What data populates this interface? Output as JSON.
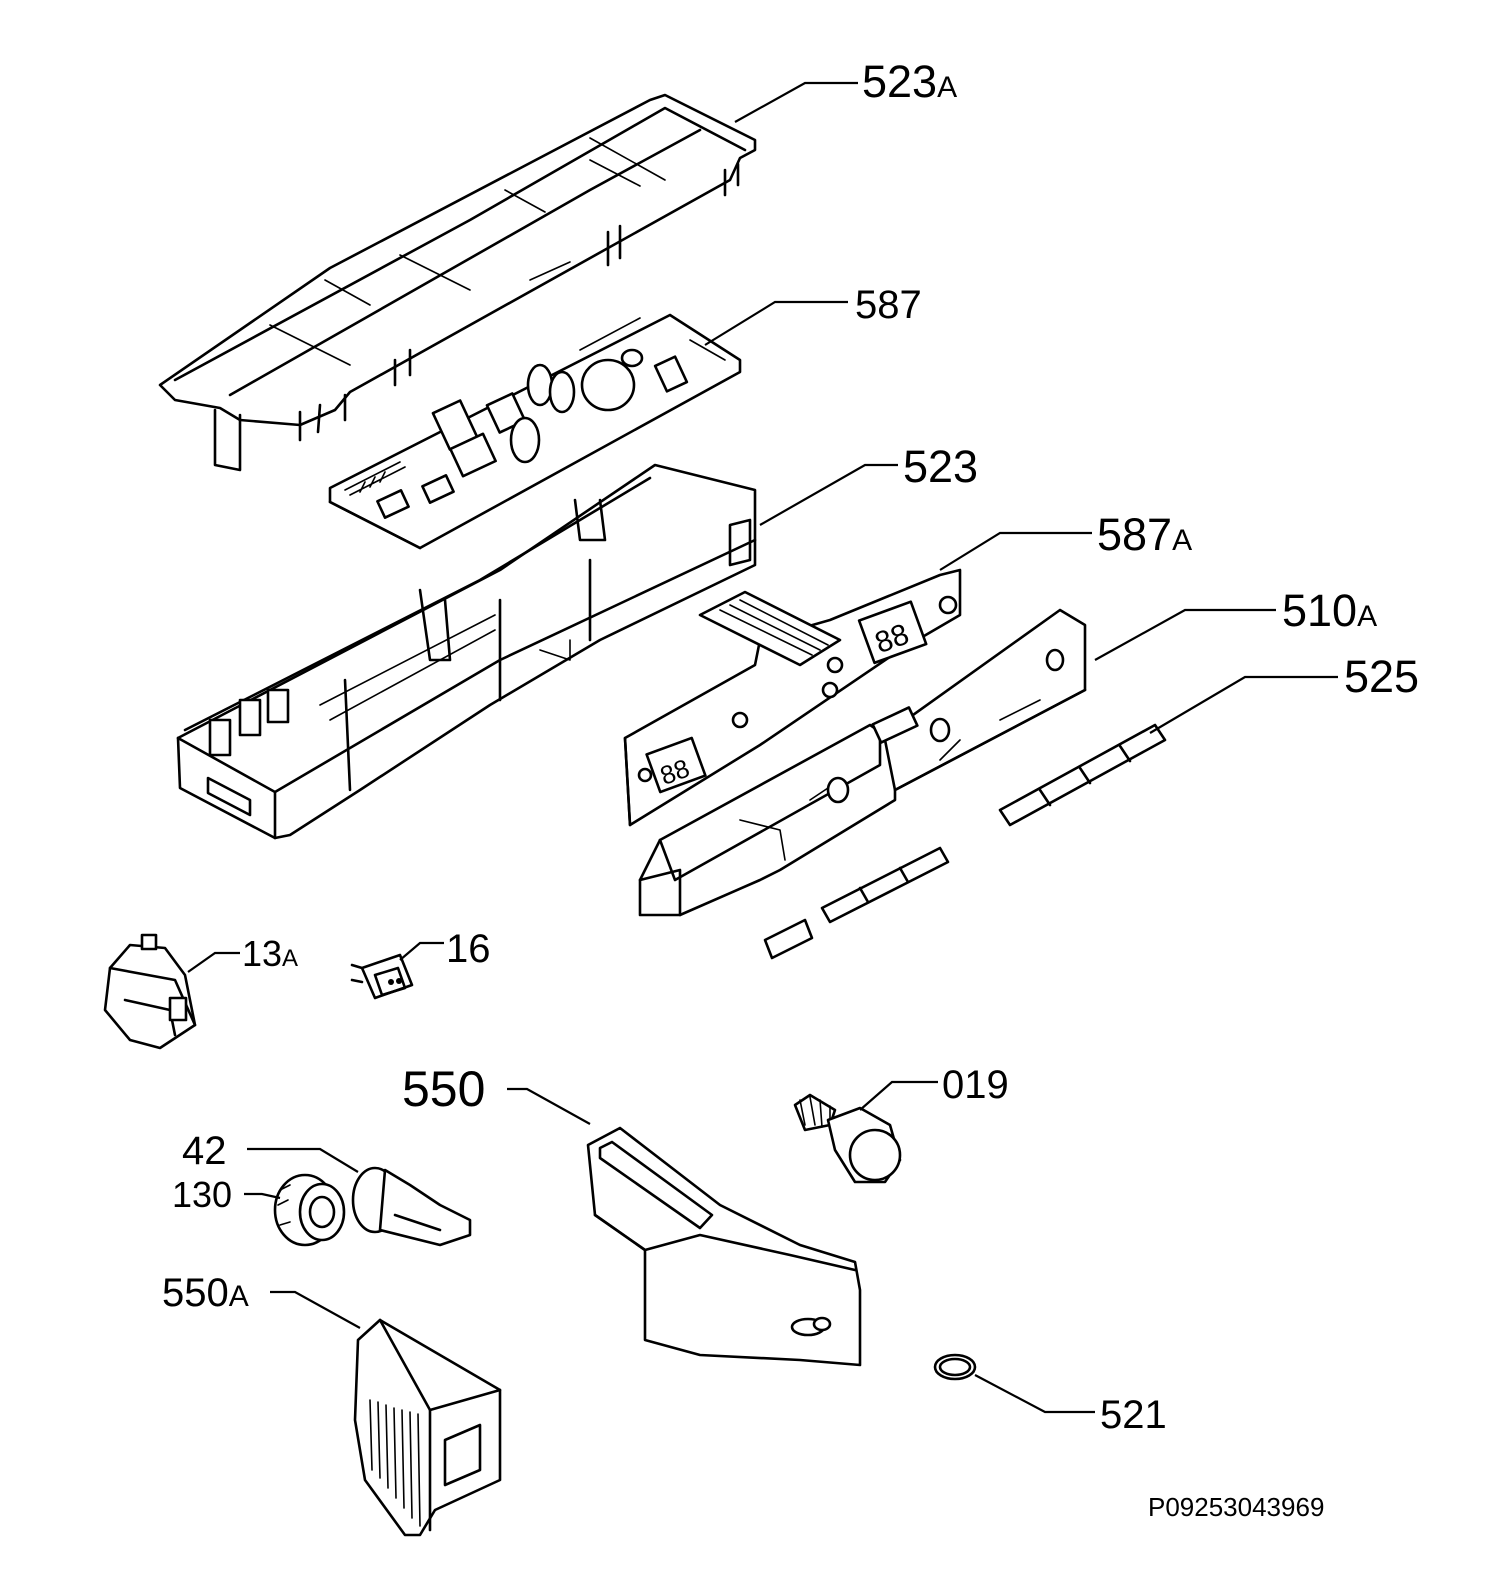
{
  "labels": {
    "p523a": {
      "num": "523",
      "suffix": "A"
    },
    "p587": {
      "num": "587",
      "suffix": ""
    },
    "p523": {
      "num": "523",
      "suffix": ""
    },
    "p587a": {
      "num": "587",
      "suffix": "A"
    },
    "p510a": {
      "num": "510",
      "suffix": "A"
    },
    "p525": {
      "num": "525",
      "suffix": ""
    },
    "p13a": {
      "num": "13",
      "suffix": "A"
    },
    "p16": {
      "num": "16",
      "suffix": ""
    },
    "p550": {
      "num": "550",
      "suffix": ""
    },
    "p019": {
      "num": "019",
      "suffix": ""
    },
    "p42": {
      "num": "42",
      "suffix": ""
    },
    "p130": {
      "num": "130",
      "suffix": ""
    },
    "p550a": {
      "num": "550",
      "suffix": "A"
    },
    "p521": {
      "num": "521",
      "suffix": ""
    }
  },
  "drawing_code": "P09253043969"
}
